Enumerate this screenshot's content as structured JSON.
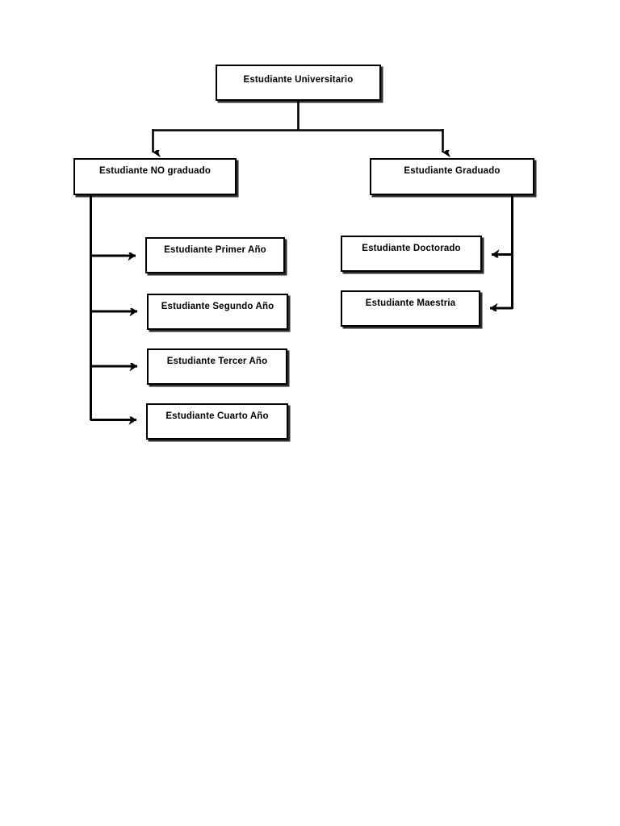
{
  "document": {
    "title": "Jerarquia Estudiante Universitario",
    "page_background": "#ffffff",
    "line_color": "#000000",
    "box_border_color": "#000000",
    "box_fill_color": "#ffffff",
    "text_color": "#000000"
  },
  "diagram": {
    "type": "hierarchy-tree",
    "language": "es",
    "nodes": [
      {
        "id": "root",
        "label": "Estudiante Universitario",
        "level": 0
      },
      {
        "id": "undergrad",
        "label": "Estudiante NO graduado",
        "level": 1
      },
      {
        "id": "grad",
        "label": "Estudiante Graduado",
        "level": 1
      },
      {
        "id": "year1",
        "label": "Estudiante Primer Año",
        "level": 2
      },
      {
        "id": "year2",
        "label": "Estudiante Segundo Año",
        "level": 2
      },
      {
        "id": "year3",
        "label": "Estudiante Tercer Año",
        "level": 2
      },
      {
        "id": "year4",
        "label": "Estudiante Cuarto Año",
        "level": 2
      },
      {
        "id": "doctorate",
        "label": "Estudiante Doctorado",
        "level": 2
      },
      {
        "id": "masters",
        "label": "Estudiante Maestria",
        "level": 2
      }
    ],
    "edges": [
      {
        "from": "root",
        "to": "undergrad",
        "arrow_direction": "down"
      },
      {
        "from": "root",
        "to": "grad",
        "arrow_direction": "down"
      },
      {
        "from": "undergrad",
        "to": "year1",
        "arrow_direction": "right"
      },
      {
        "from": "undergrad",
        "to": "year2",
        "arrow_direction": "right"
      },
      {
        "from": "undergrad",
        "to": "year3",
        "arrow_direction": "right"
      },
      {
        "from": "undergrad",
        "to": "year4",
        "arrow_direction": "right"
      },
      {
        "from": "grad",
        "to": "doctorate",
        "arrow_direction": "left"
      },
      {
        "from": "grad",
        "to": "masters",
        "arrow_direction": "left"
      }
    ]
  }
}
